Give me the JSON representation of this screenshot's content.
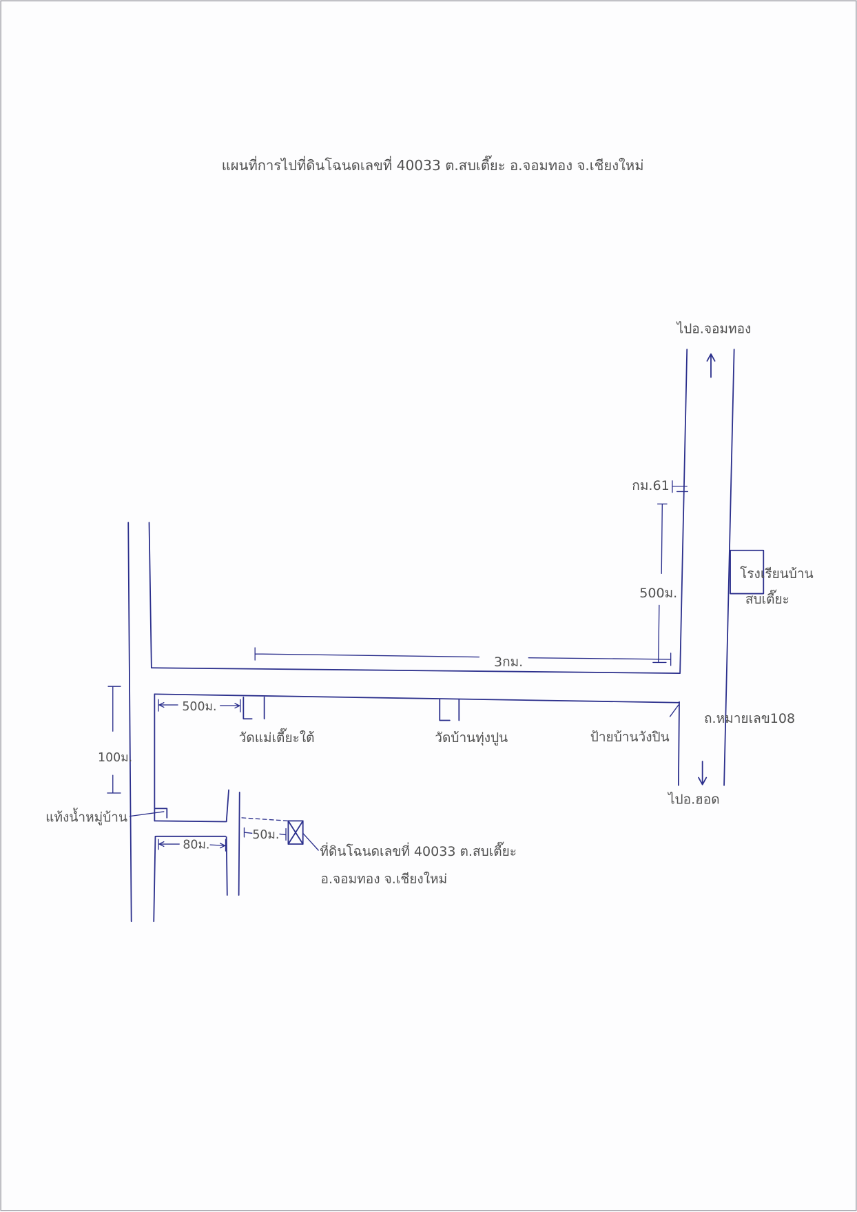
{
  "title": "แผนที่การไปที่ดินโฉนดเลขที่ 40033 ต.สบเตี๊ยะ อ.จอมทอง จ.เชียงใหม่",
  "labels": {
    "to_chom_thong": "ไปอ.จอมทอง",
    "km61": "กม.61",
    "dist_500_right": "500ม.",
    "school_line1": "โรงเรียนบ้าน",
    "school_line2": "สบเตี๊ยะ",
    "dist_3km": "3กม.",
    "dist_500_left": "500ม.",
    "temple_mae_tia_tai": "วัดแม่เตี๊ยะใต้",
    "temple_thung_pun": "วัดบ้านทุ่งปูน",
    "sign_wang_pin": "ป้ายบ้านวังปิน",
    "highway_108": "ถ.หมายเลข108",
    "to_hot": "ไปอ.ฮอด",
    "dist_100": "100ม.",
    "water_tank": "แท้งน้ำหมู่บ้าน",
    "dist_80": "80ม.",
    "dist_50": "50ม.",
    "plot_line1": "ที่ดินโฉนดเลขที่ 40033 ต.สบเตี๊ยะ",
    "plot_line2": "อ.จอมทอง จ.เชียงใหม่"
  },
  "colors": {
    "ink": "#2b2f8c",
    "typed_text": "#505050",
    "paper": "#fdfdfe"
  }
}
